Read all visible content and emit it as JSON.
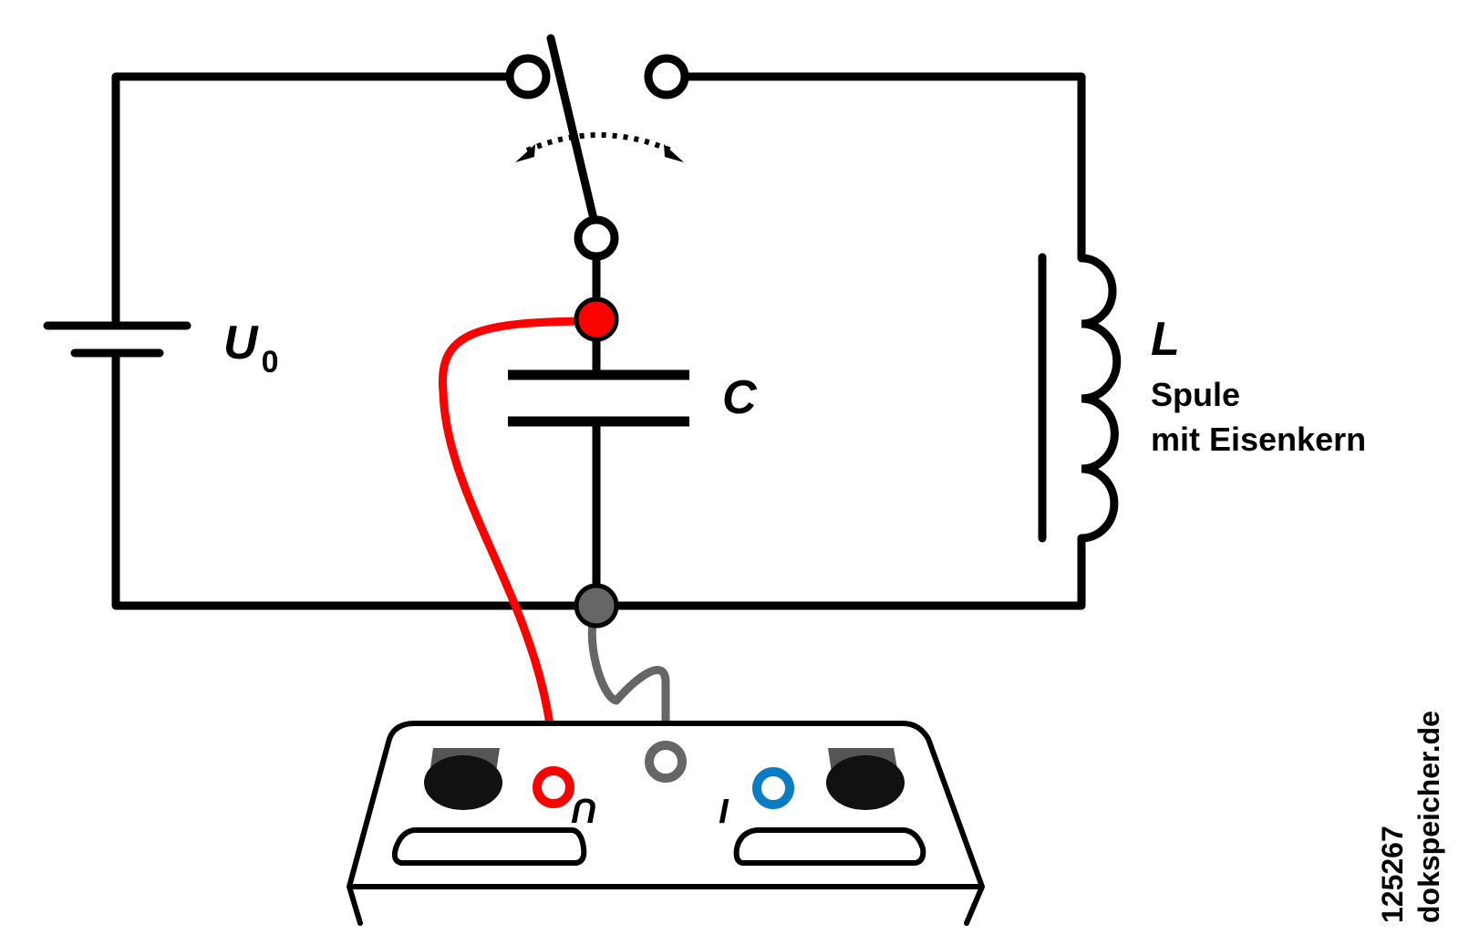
{
  "labels": {
    "voltage_main": "U",
    "voltage_sub": "0",
    "capacitor": "C",
    "inductor": "L",
    "coil_line1": "Spule",
    "coil_line2": "mit Eisenkern",
    "meter_u": "U",
    "meter_i": "I"
  },
  "watermark": {
    "id": "125267",
    "site": "dokspeicher.de"
  },
  "colors": {
    "wire": "#000000",
    "probe_red": "#ff0000",
    "probe_gray": "#666666",
    "socket_blue": "#0a7cc4",
    "socket_dark": "#111111",
    "socket_gray": "#555555"
  }
}
